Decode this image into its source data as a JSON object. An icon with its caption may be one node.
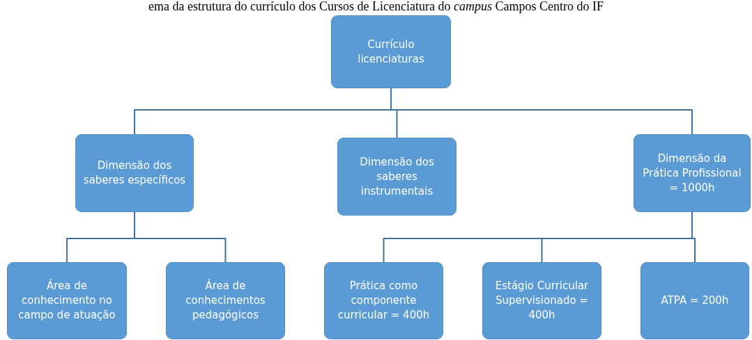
{
  "diagram": {
    "title": "ema da estrutura do currículo dos Cursos de Licenciatura do *campus* Campos Centro do IF",
    "nodes": [
      {
        "text": [
          "Currículo licenciaturas"
        ]
      },
      {
        "text": [
          "Dimensão dos saberes específicos"
        ]
      },
      {
        "text": [
          "Dimensão dos saberes instrumentais"
        ]
      },
      {
        "text": [
          "Dimensão da Prática Profissional = 1000h"
        ]
      },
      {
        "text": [
          "Área de conhecimento no campo de atuação"
        ]
      },
      {
        "text": [
          "Área de conhecimentos pedagógicos"
        ]
      },
      {
        "text": [
          "Prática como componente curricular = 400h"
        ]
      },
      {
        "text": [
          "Estágio Curricular Supervisionado = 400h"
        ]
      },
      {
        "text": [
          "ATPA = 200h"
        ]
      }
    ],
    "edges": [
      {
        "from": 0,
        "to": 1,
        "arrow": "none"
      },
      {
        "from": 0,
        "to": 2,
        "arrow": "none"
      },
      {
        "from": 0,
        "to": 3,
        "arrow": "none"
      },
      {
        "from": 1,
        "to": 4,
        "arrow": "none"
      },
      {
        "from": 1,
        "to": 5,
        "arrow": "none"
      },
      {
        "from": 3,
        "to": 6,
        "arrow": "none"
      },
      {
        "from": 3,
        "to": 7,
        "arrow": "none"
      },
      {
        "from": 3,
        "to": 8,
        "arrow": "none"
      }
    ]
  }
}
